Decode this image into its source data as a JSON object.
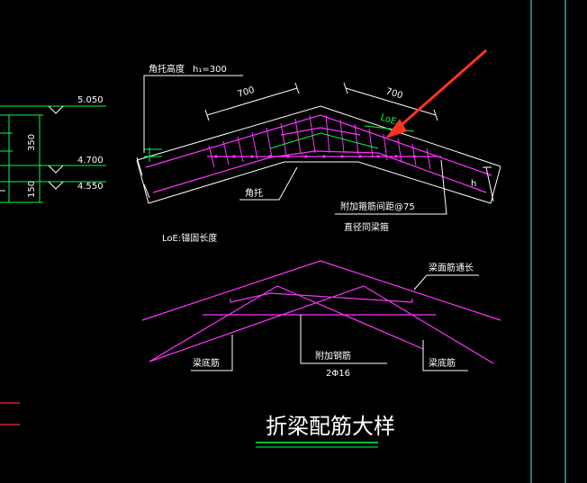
{
  "title": "折梁配筋大样",
  "labels": {
    "haunch_height": "角托高度",
    "haunch_h1": "h₁=300",
    "len_left": "700",
    "len_right": "700",
    "loe": "LoE",
    "h": "h",
    "haunch": "角托",
    "extra_stirrup": "附加箍筋间距@75",
    "stirrup_diam": "直径同梁箍",
    "loe_note": "LoE:锚固长度",
    "top_bar_len": "梁面筋通长",
    "bottom_bar_left": "梁底筋",
    "bottom_bar_right": "梁底筋",
    "extra_bar": "附加钢筋",
    "extra_bar_spec": "2Φ16"
  },
  "elevations": [
    "5.050",
    "4.700",
    "4.550"
  ],
  "dims_left": [
    "350",
    "150"
  ],
  "colors": {
    "magenta": "#ff33ff",
    "green": "#00ff44",
    "cyan": "#33ffff",
    "white": "#ffffff",
    "red": "#ff2a2a",
    "arrow": "#ff3322"
  }
}
